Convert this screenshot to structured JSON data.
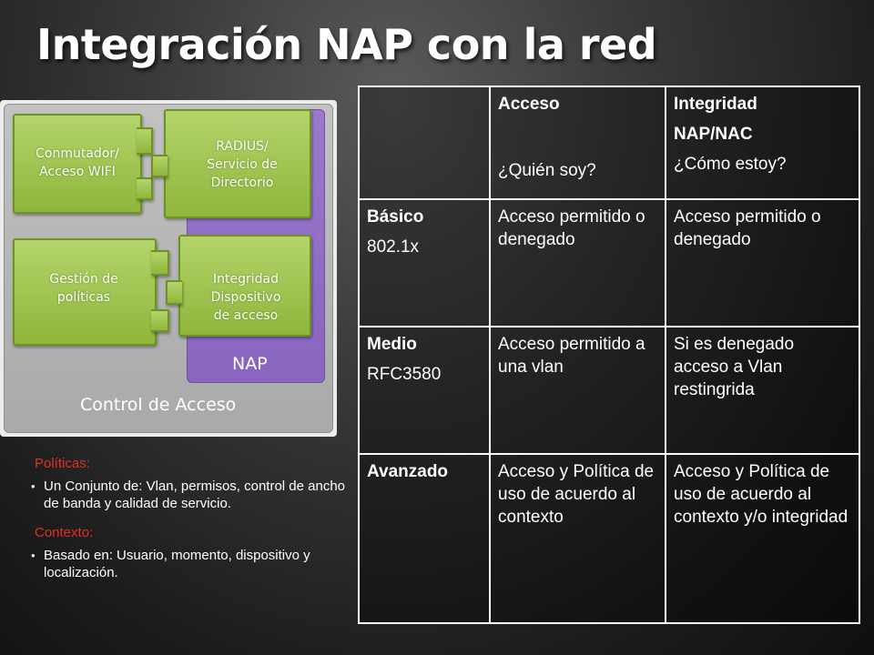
{
  "slide": {
    "title": "Integración NAP con la red"
  },
  "diagram": {
    "outer_label": "Control de Acceso",
    "inner_label": "NAP",
    "pieces": [
      {
        "lines": [
          "Conmutador/",
          "Acceso WIFI"
        ]
      },
      {
        "lines": [
          "RADIUS/",
          "Servicio de",
          "Directorio"
        ]
      },
      {
        "lines": [
          "Gestión de",
          "políticas"
        ]
      },
      {
        "lines": [
          "Integridad",
          "Dispositivo",
          "de acceso"
        ]
      }
    ],
    "colors": {
      "green": "#9cc54a",
      "purple": "#8f6cc6",
      "gray": "#b3b3b3"
    }
  },
  "table": {
    "header": {
      "c1": {
        "title": "Acceso",
        "sub": "¿Quién soy?"
      },
      "c2": {
        "title": "Integridad",
        "title2": "NAP/NAC",
        "sub": "¿Cómo estoy?"
      }
    },
    "rows": [
      {
        "name": "Básico",
        "detail": "802.1x",
        "acceso": "Acceso permitido o denegado",
        "integridad": "Acceso permitido o denegado"
      },
      {
        "name": "Medio",
        "detail": "RFC3580",
        "acceso": "Acceso permitido a una vlan",
        "integridad": "Si es denegado acceso a Vlan restingrida"
      },
      {
        "name": "Avanzado",
        "detail": "",
        "acceso": "Acceso y Política de uso de acuerdo al contexto",
        "integridad": "Acceso y Política de uso de acuerdo al contexto y/o integridad"
      }
    ]
  },
  "notes": {
    "politicas_heading": "Políticas:",
    "politicas_item": "Un Conjunto de: Vlan, permisos, control de ancho de banda y calidad de servicio.",
    "contexto_heading": "Contexto:",
    "contexto_item": "Basado en: Usuario, momento, dispositivo y localización.",
    "bullet": "•",
    "heading_color": "#e0311d"
  }
}
